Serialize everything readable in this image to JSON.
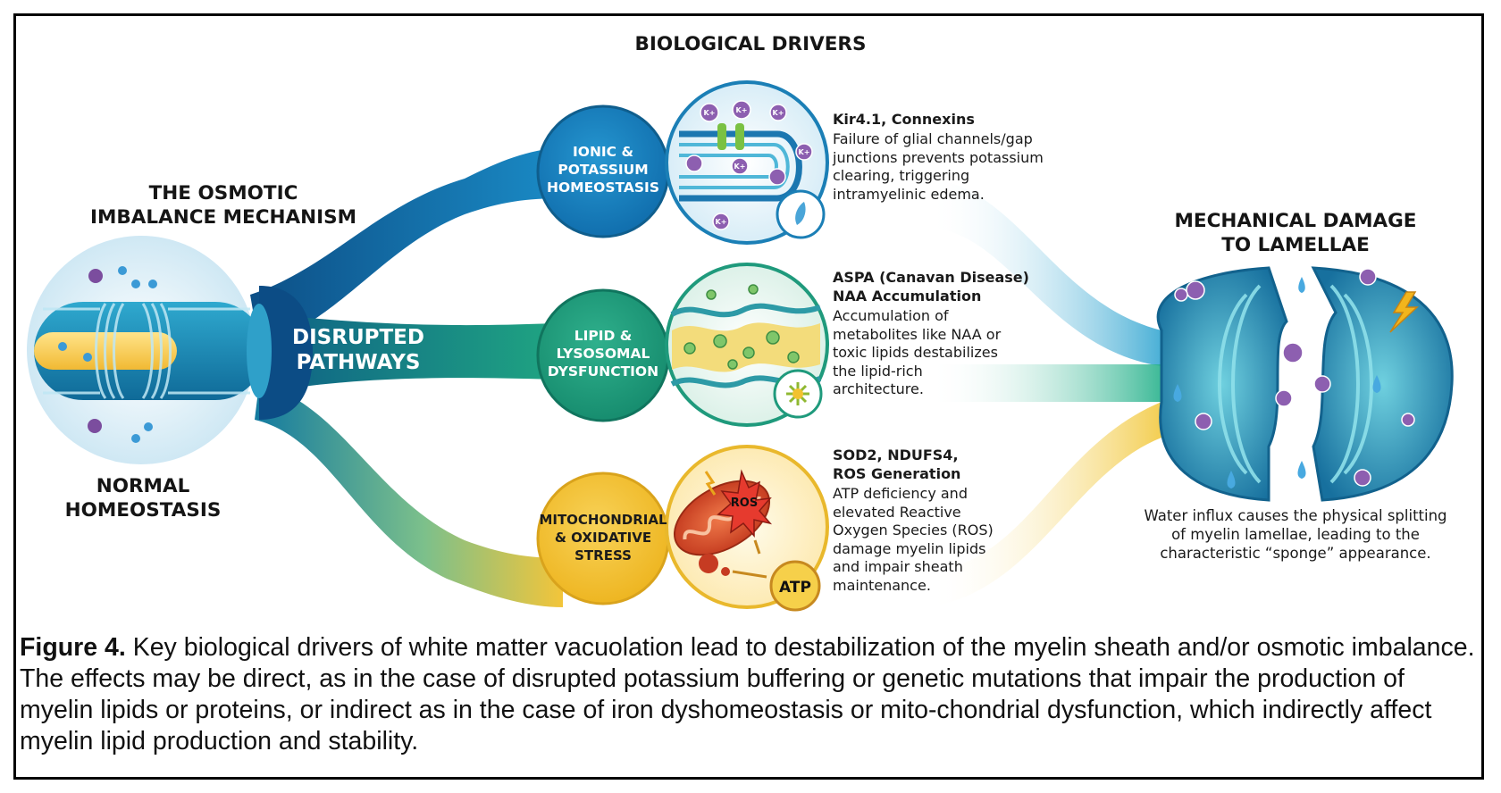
{
  "headers": {
    "biological_drivers": "BIOLOGICAL DRIVERS",
    "osmotic_line1": "THE OSMOTIC",
    "osmotic_line2": "IMBALANCE MECHANISM",
    "normal_line1": "NORMAL",
    "normal_line2": "HOMEOSTASIS",
    "disrupted_line1": "DISRUPTED",
    "disrupted_line2": "PATHWAYS",
    "damage_line1": "MECHANICAL DAMAGE",
    "damage_line2": "TO LAMELLAE"
  },
  "drivers": [
    {
      "circle": [
        "IONIC &",
        "POTASSIUM",
        "HOMEOSTASIS"
      ],
      "title": "Kir4.1, Connexins",
      "desc": [
        "Failure of glial channels/gap",
        "junctions prevents potassium",
        "clearing, triggering",
        "intramyelinic edema."
      ],
      "color": "#1a87c4"
    },
    {
      "circle": [
        "LIPID &",
        "LYSOSOMAL",
        "DYSFUNCTION"
      ],
      "title_lines": [
        "ASPA (Canavan Disease)",
        "NAA Accumulation"
      ],
      "desc": [
        "Accumulation of",
        "metabolites like NAA or",
        "toxic lipids destabilizes",
        "the lipid-rich",
        "architecture."
      ],
      "color": "#21a083"
    },
    {
      "circle": [
        "MITOCHONDRIAL",
        "& OXIDATIVE",
        "STRESS"
      ],
      "title_lines": [
        "SOD2, NDUFS4,",
        "ROS Generation"
      ],
      "desc": [
        "ATP deficiency and",
        "elevated Reactive",
        "Oxygen Species (ROS)",
        "damage myelin lipids",
        "and impair sheath",
        "maintenance."
      ],
      "color": "#f3c53a"
    }
  ],
  "icons": {
    "potassium_label": "K+",
    "ros_label": "ROS",
    "atp_label": "ATP"
  },
  "damage_desc": [
    "Water influx causes the physical splitting",
    "of myelin lamellae, leading to the",
    "characteristic “sponge” appearance."
  ],
  "caption": {
    "label": "Figure 4.",
    "text": " Key biological drivers of white matter vacuolation lead to destabilization of the myelin sheath and/or osmotic imbalance. The effects may be direct, as in the case of disrupted potassium buffering or genetic mutations that impair the production of myelin lipids or proteins, or indirect as in the case of iron dyshomeostasis or mito-chondrial dysfunction, which indirectly affect myelin lipid production and stability."
  },
  "colors": {
    "blue": "#1a87c4",
    "dark_blue": "#0f5e8d",
    "teal": "#21a083",
    "yellow": "#f3c53a",
    "purple": "#7b4d9e"
  }
}
